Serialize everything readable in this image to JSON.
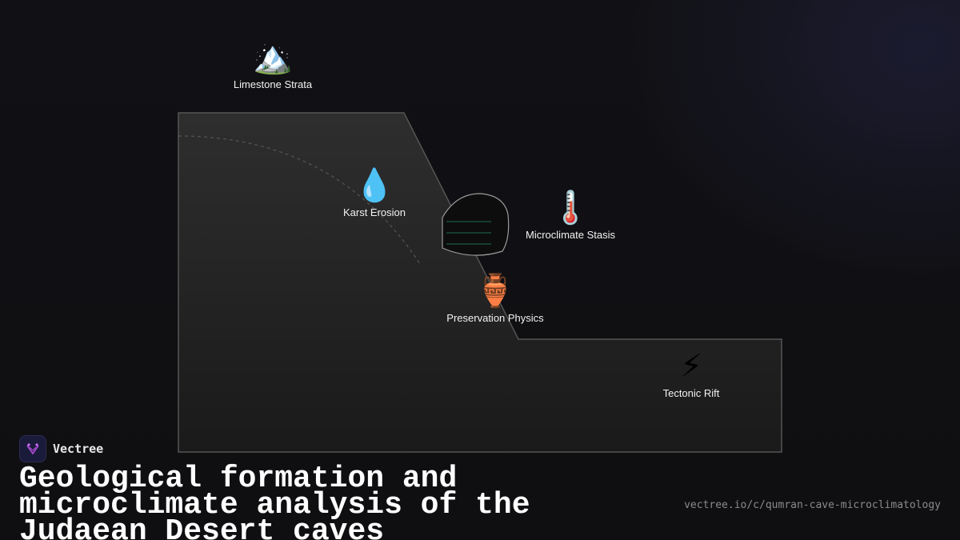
{
  "nodes": [
    {
      "id": "limestone",
      "icon": "mountain-icon",
      "emoji": "🏔️",
      "label": "Limestone Strata"
    },
    {
      "id": "karst",
      "icon": "droplet-icon",
      "emoji": "💧",
      "label": "Karst Erosion"
    },
    {
      "id": "microclimate",
      "icon": "thermometer-icon",
      "emoji": "🌡️",
      "label": "Microclimate Stasis"
    },
    {
      "id": "preservation",
      "icon": "amphora-icon",
      "emoji": "🏺",
      "label": "Preservation Physics"
    },
    {
      "id": "tectonic",
      "icon": "lightning-icon",
      "emoji": "⚡",
      "label": "Tectonic Rift"
    }
  ],
  "brand": {
    "name": "Vectree",
    "icon": "vectree-logo-icon"
  },
  "headline": "Geological formation and microclimate analysis of the Judaean Desert caves",
  "url": "vectree.io/c/qumran-cave-microclimatology",
  "colors": {
    "background": "#101014",
    "cliff_top": "#2e2e2e",
    "cliff_bottom": "#1a1a1a",
    "cave": "#0d0d0d",
    "strata_lines": "#1f6b4f",
    "brand_accent": "#b04fd6"
  }
}
